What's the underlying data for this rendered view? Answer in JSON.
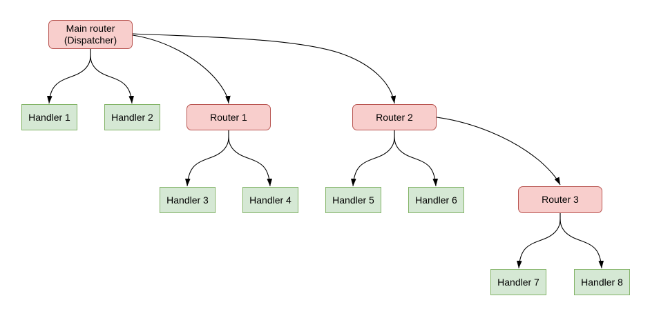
{
  "diagram": {
    "background": "#ffffff",
    "colors": {
      "router_fill": "#f8cecc",
      "router_border": "#b85450",
      "handler_fill": "#d5e8d4",
      "handler_border": "#82b366",
      "edge_color": "#000000",
      "text_color": "#000000"
    },
    "nodes": {
      "main_router": {
        "label": "Main router\n(Dispatcher)",
        "type": "router"
      },
      "handler1": {
        "label": "Handler 1",
        "type": "handler"
      },
      "handler2": {
        "label": "Handler 2",
        "type": "handler"
      },
      "router1": {
        "label": "Router 1",
        "type": "router"
      },
      "router2": {
        "label": "Router 2",
        "type": "router"
      },
      "handler3": {
        "label": "Handler 3",
        "type": "handler"
      },
      "handler4": {
        "label": "Handler 4",
        "type": "handler"
      },
      "handler5": {
        "label": "Handler 5",
        "type": "handler"
      },
      "handler6": {
        "label": "Handler 6",
        "type": "handler"
      },
      "router3": {
        "label": "Router 3",
        "type": "router"
      },
      "handler7": {
        "label": "Handler 7",
        "type": "handler"
      },
      "handler8": {
        "label": "Handler 8",
        "type": "handler"
      }
    },
    "edges": [
      {
        "from": "main_router",
        "to": "handler1"
      },
      {
        "from": "main_router",
        "to": "handler2"
      },
      {
        "from": "main_router",
        "to": "router1"
      },
      {
        "from": "main_router",
        "to": "router2"
      },
      {
        "from": "router1",
        "to": "handler3"
      },
      {
        "from": "router1",
        "to": "handler4"
      },
      {
        "from": "router2",
        "to": "handler5"
      },
      {
        "from": "router2",
        "to": "handler6"
      },
      {
        "from": "router2",
        "to": "router3"
      },
      {
        "from": "router3",
        "to": "handler7"
      },
      {
        "from": "router3",
        "to": "handler8"
      }
    ]
  }
}
